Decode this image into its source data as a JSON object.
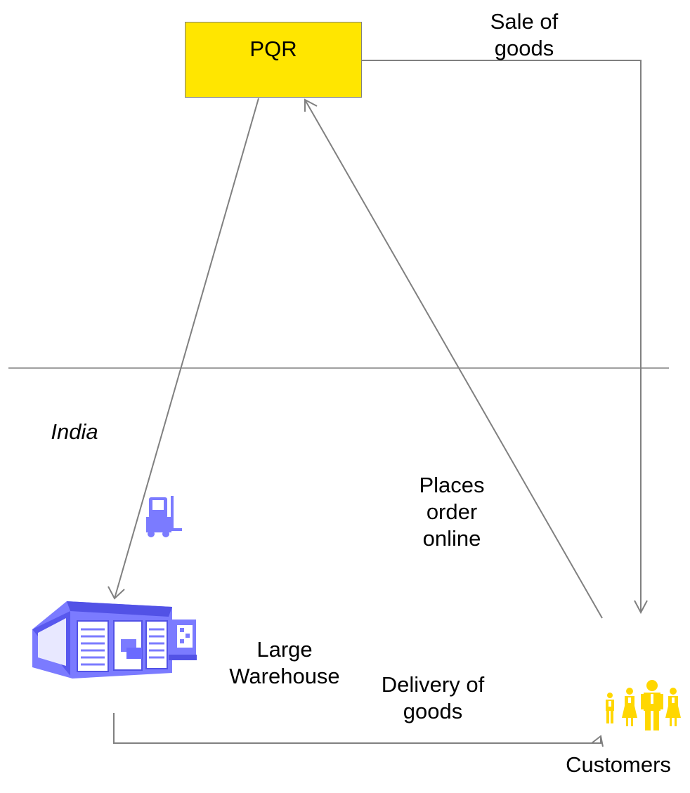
{
  "diagram": {
    "company_box": {
      "label": "PQR",
      "fill": "#ffe600"
    },
    "region_label": "India",
    "warehouse_label_line1": "Large",
    "warehouse_label_line2": "Warehouse",
    "customers_label": "Customers",
    "edges": {
      "sale_line1": "Sale of",
      "sale_line2": "goods",
      "order_line1": "Places",
      "order_line2": "order",
      "order_line3": "online",
      "delivery_line1": "Delivery of",
      "delivery_line2": "goods"
    },
    "colors": {
      "arrow": "#808080",
      "divider": "#808080",
      "warehouse_icon": "#8080ff",
      "customers_icon": "#ffd700"
    },
    "icons": [
      "warehouse-icon",
      "forklift-icon",
      "customers-icon"
    ]
  }
}
